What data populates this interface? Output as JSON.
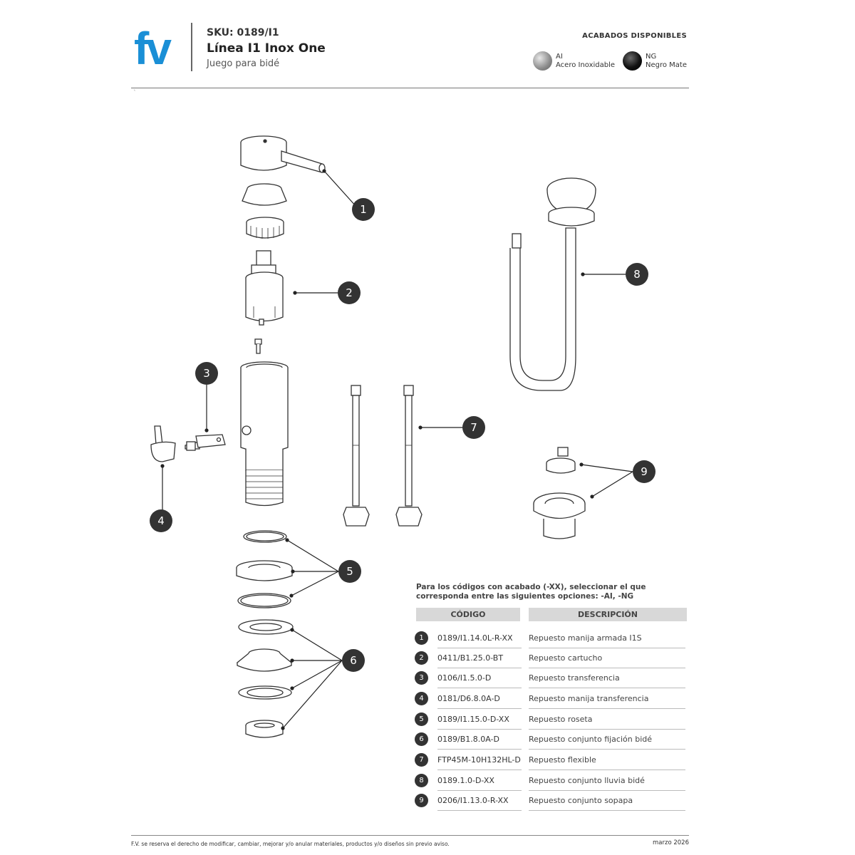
{
  "header": {
    "logo_text": "fv",
    "sku": "SKU: 0189/I1",
    "linea": "Línea I1 Inox One",
    "producto": "Juego para bidé"
  },
  "acabados": {
    "title": "ACABADOS DISPONIBLES",
    "items": [
      {
        "code": "AI",
        "name": "Acero Inoxidable",
        "color": "#a8a8a8"
      },
      {
        "code": "NG",
        "name": "Negro Mate",
        "color": "#1a1a1a"
      }
    ]
  },
  "callouts": [
    "1",
    "2",
    "3",
    "4",
    "5",
    "6",
    "7",
    "8",
    "9"
  ],
  "note": "Para los códigos con acabado (-XX), seleccionar el que corresponda entre las siguientes opciones: -AI, -NG",
  "table": {
    "headers": {
      "code": "CÓDIGO",
      "desc": "DESCRIPCIÓN"
    },
    "rows": [
      {
        "n": "1",
        "code": "0189/I1.14.0L-R-XX",
        "desc": "Repuesto manija armada I1S"
      },
      {
        "n": "2",
        "code": "0411/B1.25.0-BT",
        "desc": "Repuesto cartucho"
      },
      {
        "n": "3",
        "code": "0106/I1.5.0-D",
        "desc": "Repuesto transferencia"
      },
      {
        "n": "4",
        "code": "0181/D6.8.0A-D",
        "desc": "Repuesto manija transferencia"
      },
      {
        "n": "5",
        "code": "0189/I1.15.0-D-XX",
        "desc": "Repuesto roseta"
      },
      {
        "n": "6",
        "code": "0189/B1.8.0A-D",
        "desc": "Repuesto conjunto fijación bidé"
      },
      {
        "n": "7",
        "code": "FTP45M-10H132HL-D",
        "desc": "Repuesto flexible"
      },
      {
        "n": "8",
        "code": "0189.1.0-D-XX",
        "desc": "Repuesto conjunto lluvia bidé"
      },
      {
        "n": "9",
        "code": "0206/I1.13.0-R-XX",
        "desc": "Repuesto conjunto sopapa"
      }
    ]
  },
  "footer": {
    "disclaimer": "F.V. se reserva el derecho de modificar, cambiar, mejorar y/o anular materiales, productos y/o diseños sin previo aviso.",
    "date": "marzo 2026"
  },
  "colors": {
    "brand": "#1a8fd6",
    "dark": "#333333"
  }
}
